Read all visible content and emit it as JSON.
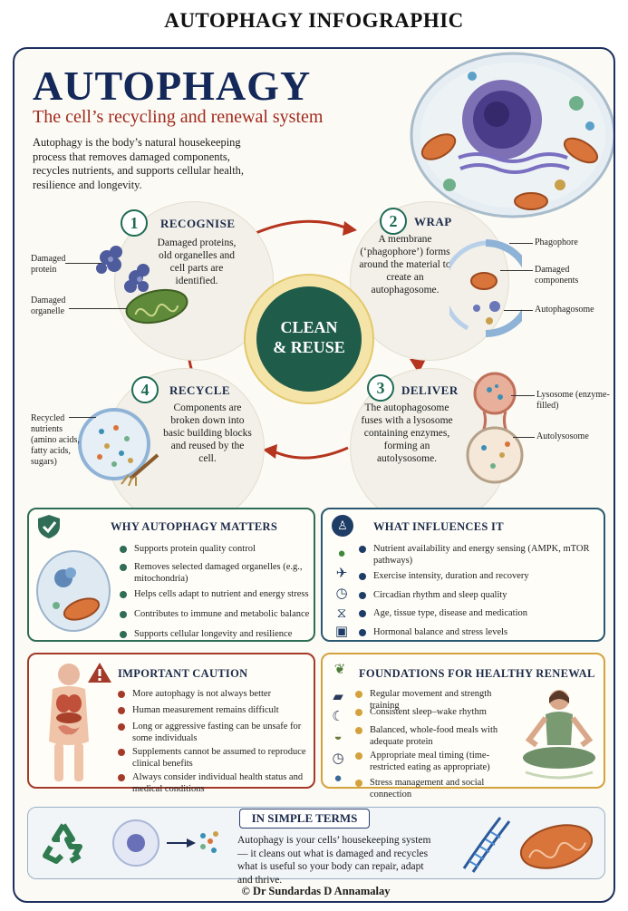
{
  "page_title": "AUTOPHAGY INFOGRAPHIC",
  "hero": {
    "title": "AUTOPHAGY",
    "subtitle": "The cell’s recycling and renewal system",
    "description": "Autophagy is the body’s natural housekeeping process that removes damaged components, recycles nutrients, and supports cellular health, resilience and longevity."
  },
  "center_label": {
    "line1": "CLEAN",
    "line2": "& REUSE"
  },
  "steps": [
    {
      "number": "1",
      "title": "RECOGNISE",
      "text": "Damaged proteins, old organelles and cell parts are identified."
    },
    {
      "number": "2",
      "title": "WRAP",
      "text": "A membrane (‘phagophore’) forms around the material to create an autophagosome."
    },
    {
      "number": "3",
      "title": "DELIVER",
      "text": "The autophagosome fuses with a lysosome containing enzymes, forming an autolysosome."
    },
    {
      "number": "4",
      "title": "RECYCLE",
      "text": "Components are broken down into basic building blocks and reused by the cell."
    }
  ],
  "callouts": {
    "damaged_protein": "Damaged protein",
    "damaged_organelle": "Damaged organelle",
    "phagophore": "Phagophore",
    "damaged_components": "Damaged components",
    "autophagosome": "Autophagosome",
    "lysosome": "Lysosome (enzyme-filled)",
    "autolysosome": "Autolysosome",
    "recycled_nutrients": "Recycled nutrients (amino acids, fatty acids, sugars)"
  },
  "why_matters": {
    "title": "WHY AUTOPHAGY MATTERS",
    "items": [
      "Supports protein quality control",
      "Removes selected damaged organelles (e.g., mitochondria)",
      "Helps cells adapt to nutrient and energy stress",
      "Contributes to immune and metabolic balance",
      "Supports cellular longevity and resilience"
    ]
  },
  "influences": {
    "title": "WHAT INFLUENCES IT",
    "items": [
      "Nutrient availability and energy sensing (AMPK, mTOR pathways)",
      "Exercise intensity, duration and recovery",
      "Circadian rhythm and sleep quality",
      "Age, tissue type, disease and medication",
      "Hormonal balance and stress levels"
    ],
    "icons": [
      "person-icon",
      "apple-icon",
      "runner-icon",
      "clock-icon",
      "dna-icon",
      "medication-icon"
    ]
  },
  "caution": {
    "title": "IMPORTANT CAUTION",
    "items": [
      "More autophagy is not always better",
      "Human measurement remains difficult",
      "Long or aggressive fasting can be unsafe for some individuals",
      "Supplements cannot be assumed to reproduce clinical benefits",
      "Always consider individual health status and medical conditions"
    ]
  },
  "foundations": {
    "title": "FOUNDATIONS FOR HEALTHY RENEWAL",
    "items": [
      "Regular movement and strength training",
      "Consistent sleep–wake rhythm",
      "Balanced, whole-food meals with adequate protein",
      "Appropriate meal timing (time-restricted eating as appropriate)",
      "Stress management and social connection"
    ]
  },
  "simple_terms": {
    "title": "IN SIMPLE TERMS",
    "text": "Autophagy is your cells’ housekeeping system — it cleans out what is damaged and recycles what is useful so your body can repair, adapt and thrive."
  },
  "footer": "© Dr Sundardas D Annamalay",
  "colors": {
    "navy": "#14295a",
    "accent_red": "#a12a1e",
    "green": "#1f5c4a",
    "gold": "#e3c86c",
    "why_border": "#2f6d57",
    "influence_border": "#2a5872",
    "caution_border": "#a33a2a",
    "foundation_border": "#d4a23c"
  }
}
